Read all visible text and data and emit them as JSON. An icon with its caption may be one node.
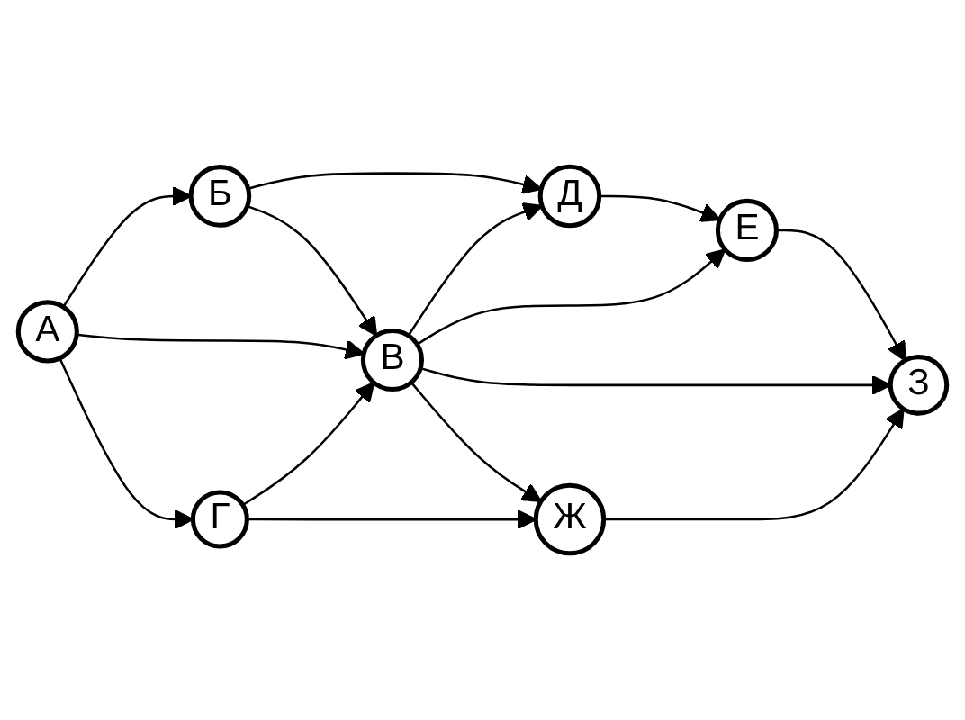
{
  "diagram": {
    "nodes": [
      {
        "text": [
          "А"
        ]
      },
      {
        "text": [
          "Б"
        ]
      },
      {
        "text": [
          "В"
        ]
      },
      {
        "text": [
          "Г"
        ]
      },
      {
        "text": [
          "Д"
        ]
      },
      {
        "text": [
          "Е"
        ]
      },
      {
        "text": [
          "Ж"
        ]
      },
      {
        "text": [
          "З"
        ]
      }
    ],
    "edges": [
      {
        "from": 0,
        "to": 1,
        "arrow": "to"
      },
      {
        "from": 0,
        "to": 2,
        "arrow": "to"
      },
      {
        "from": 0,
        "to": 3,
        "arrow": "to"
      },
      {
        "from": 1,
        "to": 4,
        "arrow": "to"
      },
      {
        "from": 1,
        "to": 2,
        "arrow": "to"
      },
      {
        "from": 3,
        "to": 2,
        "arrow": "to"
      },
      {
        "from": 3,
        "to": 6,
        "arrow": "to"
      },
      {
        "from": 2,
        "to": 4,
        "arrow": "to"
      },
      {
        "from": 2,
        "to": 5,
        "arrow": "to"
      },
      {
        "from": 2,
        "to": 7,
        "arrow": "to"
      },
      {
        "from": 2,
        "to": 6,
        "arrow": "to"
      },
      {
        "from": 4,
        "to": 5,
        "arrow": "to"
      },
      {
        "from": 5,
        "to": 7,
        "arrow": "to"
      },
      {
        "from": 6,
        "to": 7,
        "arrow": "to"
      }
    ]
  }
}
